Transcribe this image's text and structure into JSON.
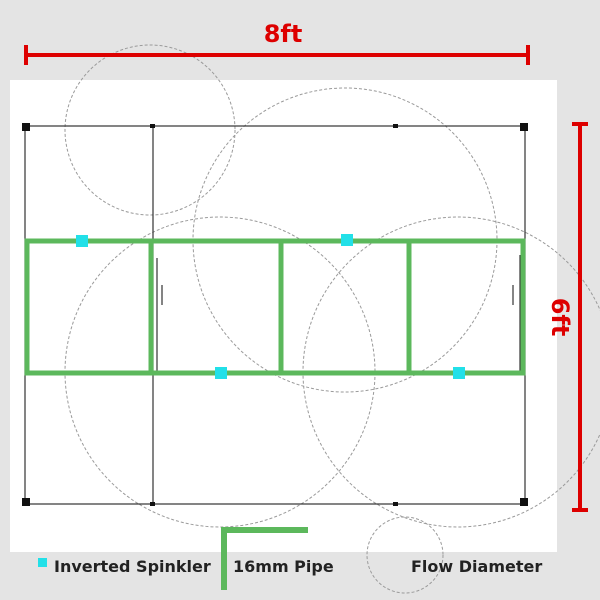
{
  "dimensions": {
    "width_label": "8ft",
    "height_label": "6ft"
  },
  "legend": {
    "sprinkler_label": "Inverted Spinkler",
    "pipe_label": "16mm Pipe",
    "flow_label": "Flow Diameter"
  },
  "colors": {
    "background": "#e4e4e4",
    "panel": "#ffffff",
    "dimension": "#dd0000",
    "pipe": "#5cb85c",
    "sprinkler": "#22e0e8",
    "frame": "#333333",
    "flow_circle": "#9a9a9a",
    "legend_text": "#222222"
  },
  "icons": {
    "sprinkler": "cyan-square-icon",
    "pipe": "green-l-pipe-icon",
    "flow": "gray-circle-icon"
  }
}
